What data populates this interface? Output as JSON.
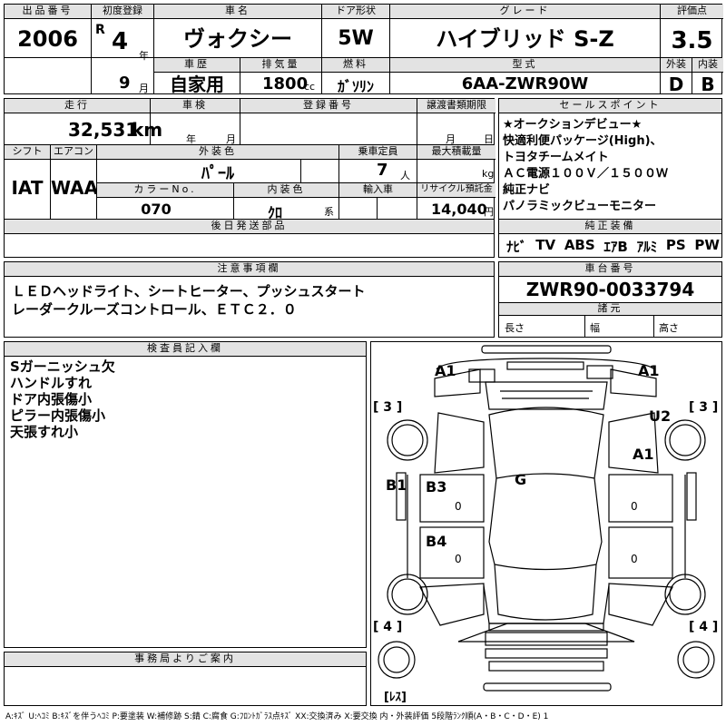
{
  "header": {
    "lot_label": "出品番号",
    "lot": "2006",
    "reg_label": "初度登録",
    "era": "R",
    "year": "4",
    "year_unit": "年",
    "month": "9",
    "month_unit": "月",
    "name_label": "車名",
    "name": "ヴォクシー",
    "door_label": "ドア形状",
    "door": "5W",
    "grade_label": "グレード",
    "grade": "ハイブリッド S-Z",
    "score_label": "評価点",
    "score": "3.5",
    "ext_label": "外装",
    "ext": "D",
    "int_label": "内装",
    "int": "B",
    "history_label": "車歴",
    "history": "自家用",
    "displacement_label": "排気量",
    "displacement": "1800",
    "displacement_unit": "cc",
    "fuel_label": "燃料",
    "fuel": "ｶﾞｿﾘﾝ",
    "model_label": "型式",
    "model": "6AA-ZWR90W"
  },
  "row2": {
    "mileage_label": "走行",
    "mileage": "32,531",
    "mileage_unit": "km",
    "inspection_label": "車検",
    "inspection_year_unit": "年",
    "inspection_month_unit": "月",
    "reg_no_label": "登録番号",
    "transfer_label": "譲渡書類期限",
    "transfer_month_unit": "月",
    "transfer_day_unit": "日",
    "shift_label": "シフト",
    "shift": "IAT",
    "ac_label": "エアコン",
    "ac": "WAA",
    "color_label": "外装色",
    "color": "ﾊﾟｰﾙ",
    "capacity_label": "乗車定員",
    "capacity": "7",
    "capacity_unit": "人",
    "load_label": "最大積載量",
    "load_unit": "kg",
    "color_no_label": "カラーNo.",
    "color_no": "070",
    "int_color_label": "内装色",
    "int_color": "ｸﾛ",
    "int_color_unit": "系",
    "import_label": "輸入車",
    "recycle_label": "リサイクル預託金",
    "recycle": "14,040",
    "recycle_unit": "円",
    "parts_label": "後日発送部品"
  },
  "sales": {
    "label": "セールスポイント",
    "lines": [
      "★オークションデビュー★",
      "快適利便パッケージ(High)、",
      "トヨタチームメイト",
      "ＡＣ電源１００Ｖ／１５００Ｗ",
      "純正ナビ",
      "パノラミックビューモニター"
    ],
    "equip_label": "純正装備",
    "equip": [
      "ﾅﾋﾞ",
      "TV",
      "ABS",
      "ｴｱB",
      "ｱﾙﾐ",
      "PS",
      "PW"
    ]
  },
  "notes": {
    "label": "注意事項欄",
    "lines": [
      "ＬＥＤヘッドライト、シートヒーター、プッシュスタート",
      "レーダークルーズコントロール、ＥＴＣ２．０"
    ]
  },
  "chassis": {
    "label": "車台番号",
    "number": "ZWR90-0033794",
    "spec_label": "諸元",
    "len_label": "長さ",
    "width_label": "幅",
    "height_label": "高さ"
  },
  "inspector": {
    "label": "検査員記入欄",
    "lines": [
      "Sガーニッシュ欠",
      "ハンドルすれ",
      "ドア内張傷小",
      "ピラー内張傷小",
      "天張すれ小"
    ]
  },
  "diagram": {
    "marks": [
      "A1",
      "A1",
      "U2",
      "A1",
      "B1",
      "B3",
      "B4",
      "G"
    ],
    "brackets": [
      "[ 3 ]",
      "[ 3 ]",
      "[ 4 ]",
      "[ 4 ]",
      "[ﾚｽ]"
    ],
    "zeros": [
      "0",
      "0",
      "0",
      "0"
    ]
  },
  "office": {
    "label": "事務局よりご案内"
  },
  "legend": "A:ｷｽﾞ U:ﾍｺﾐ B:ｷｽﾞを伴うﾍｺﾐ P:要塗装 W:補修跡 S:錆 C:腐食 G:ﾌﾛﾝﾄｶﾞﾗｽ点ｷｽﾞ XX:交換済み X:要交換 内・外装評価 5段階ﾗﾝｸ順(A・B・C・D・E) 1"
}
